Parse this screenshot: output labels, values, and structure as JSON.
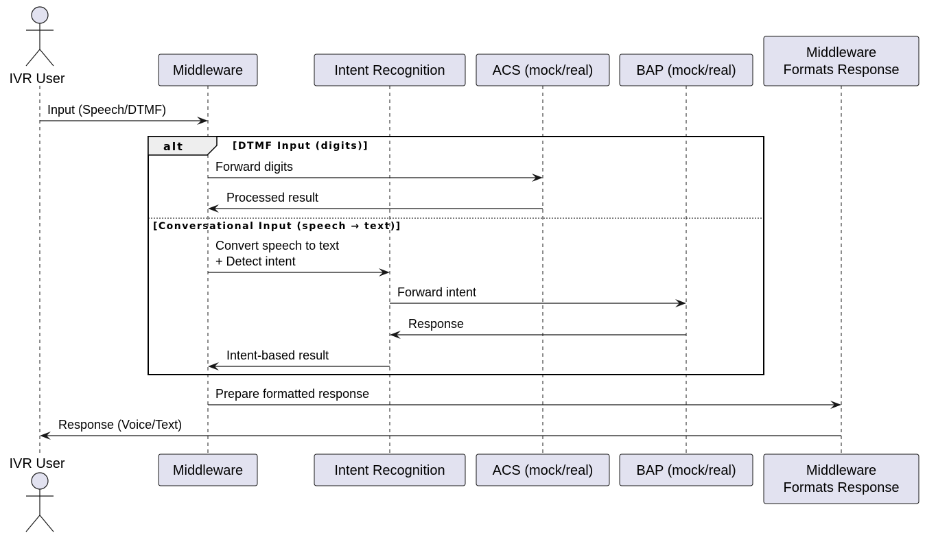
{
  "participants": [
    {
      "id": "user",
      "kind": "actor",
      "lines": [
        "IVR User"
      ]
    },
    {
      "id": "mw",
      "kind": "box",
      "lines": [
        "Middleware"
      ]
    },
    {
      "id": "ir",
      "kind": "box",
      "lines": [
        "Intent Recognition"
      ]
    },
    {
      "id": "acs",
      "kind": "box",
      "lines": [
        "ACS (mock/real)"
      ]
    },
    {
      "id": "bap",
      "kind": "box",
      "lines": [
        "BAP (mock/real)"
      ]
    },
    {
      "id": "fmt",
      "kind": "box",
      "lines": [
        "Middleware",
        "Formats Response"
      ]
    }
  ],
  "messages": [
    {
      "from": "user",
      "to": "mw",
      "lines": [
        "Input (Speech/DTMF)"
      ]
    },
    {
      "from": "mw",
      "to": "acs",
      "lines": [
        "Forward digits"
      ]
    },
    {
      "from": "acs",
      "to": "mw",
      "lines": [
        "Processed result"
      ]
    },
    {
      "from": "mw",
      "to": "ir",
      "lines": [
        "Convert speech to text",
        "+ Detect intent"
      ]
    },
    {
      "from": "ir",
      "to": "bap",
      "lines": [
        "Forward intent"
      ]
    },
    {
      "from": "bap",
      "to": "ir",
      "lines": [
        "Response"
      ]
    },
    {
      "from": "ir",
      "to": "mw",
      "lines": [
        "Intent-based result"
      ]
    },
    {
      "from": "mw",
      "to": "fmt",
      "lines": [
        "Prepare formatted response"
      ]
    },
    {
      "from": "fmt",
      "to": "user",
      "lines": [
        "Response (Voice/Text)"
      ]
    }
  ],
  "fragment": {
    "operator": "alt",
    "guards": [
      "[DTMF Input (digits)]",
      "[Conversational Input (speech → text)]"
    ]
  },
  "colors": {
    "participant_fill": "#e2e2f0",
    "line": "#181818",
    "frame_tab": "#eeeeee"
  }
}
